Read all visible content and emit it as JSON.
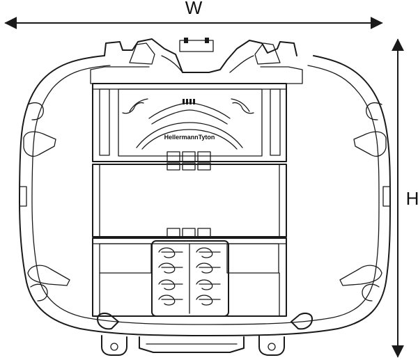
{
  "dimensions": {
    "width_label": "W",
    "height_label": "H"
  },
  "tray": {
    "brand_label": "HellermannTyton"
  }
}
